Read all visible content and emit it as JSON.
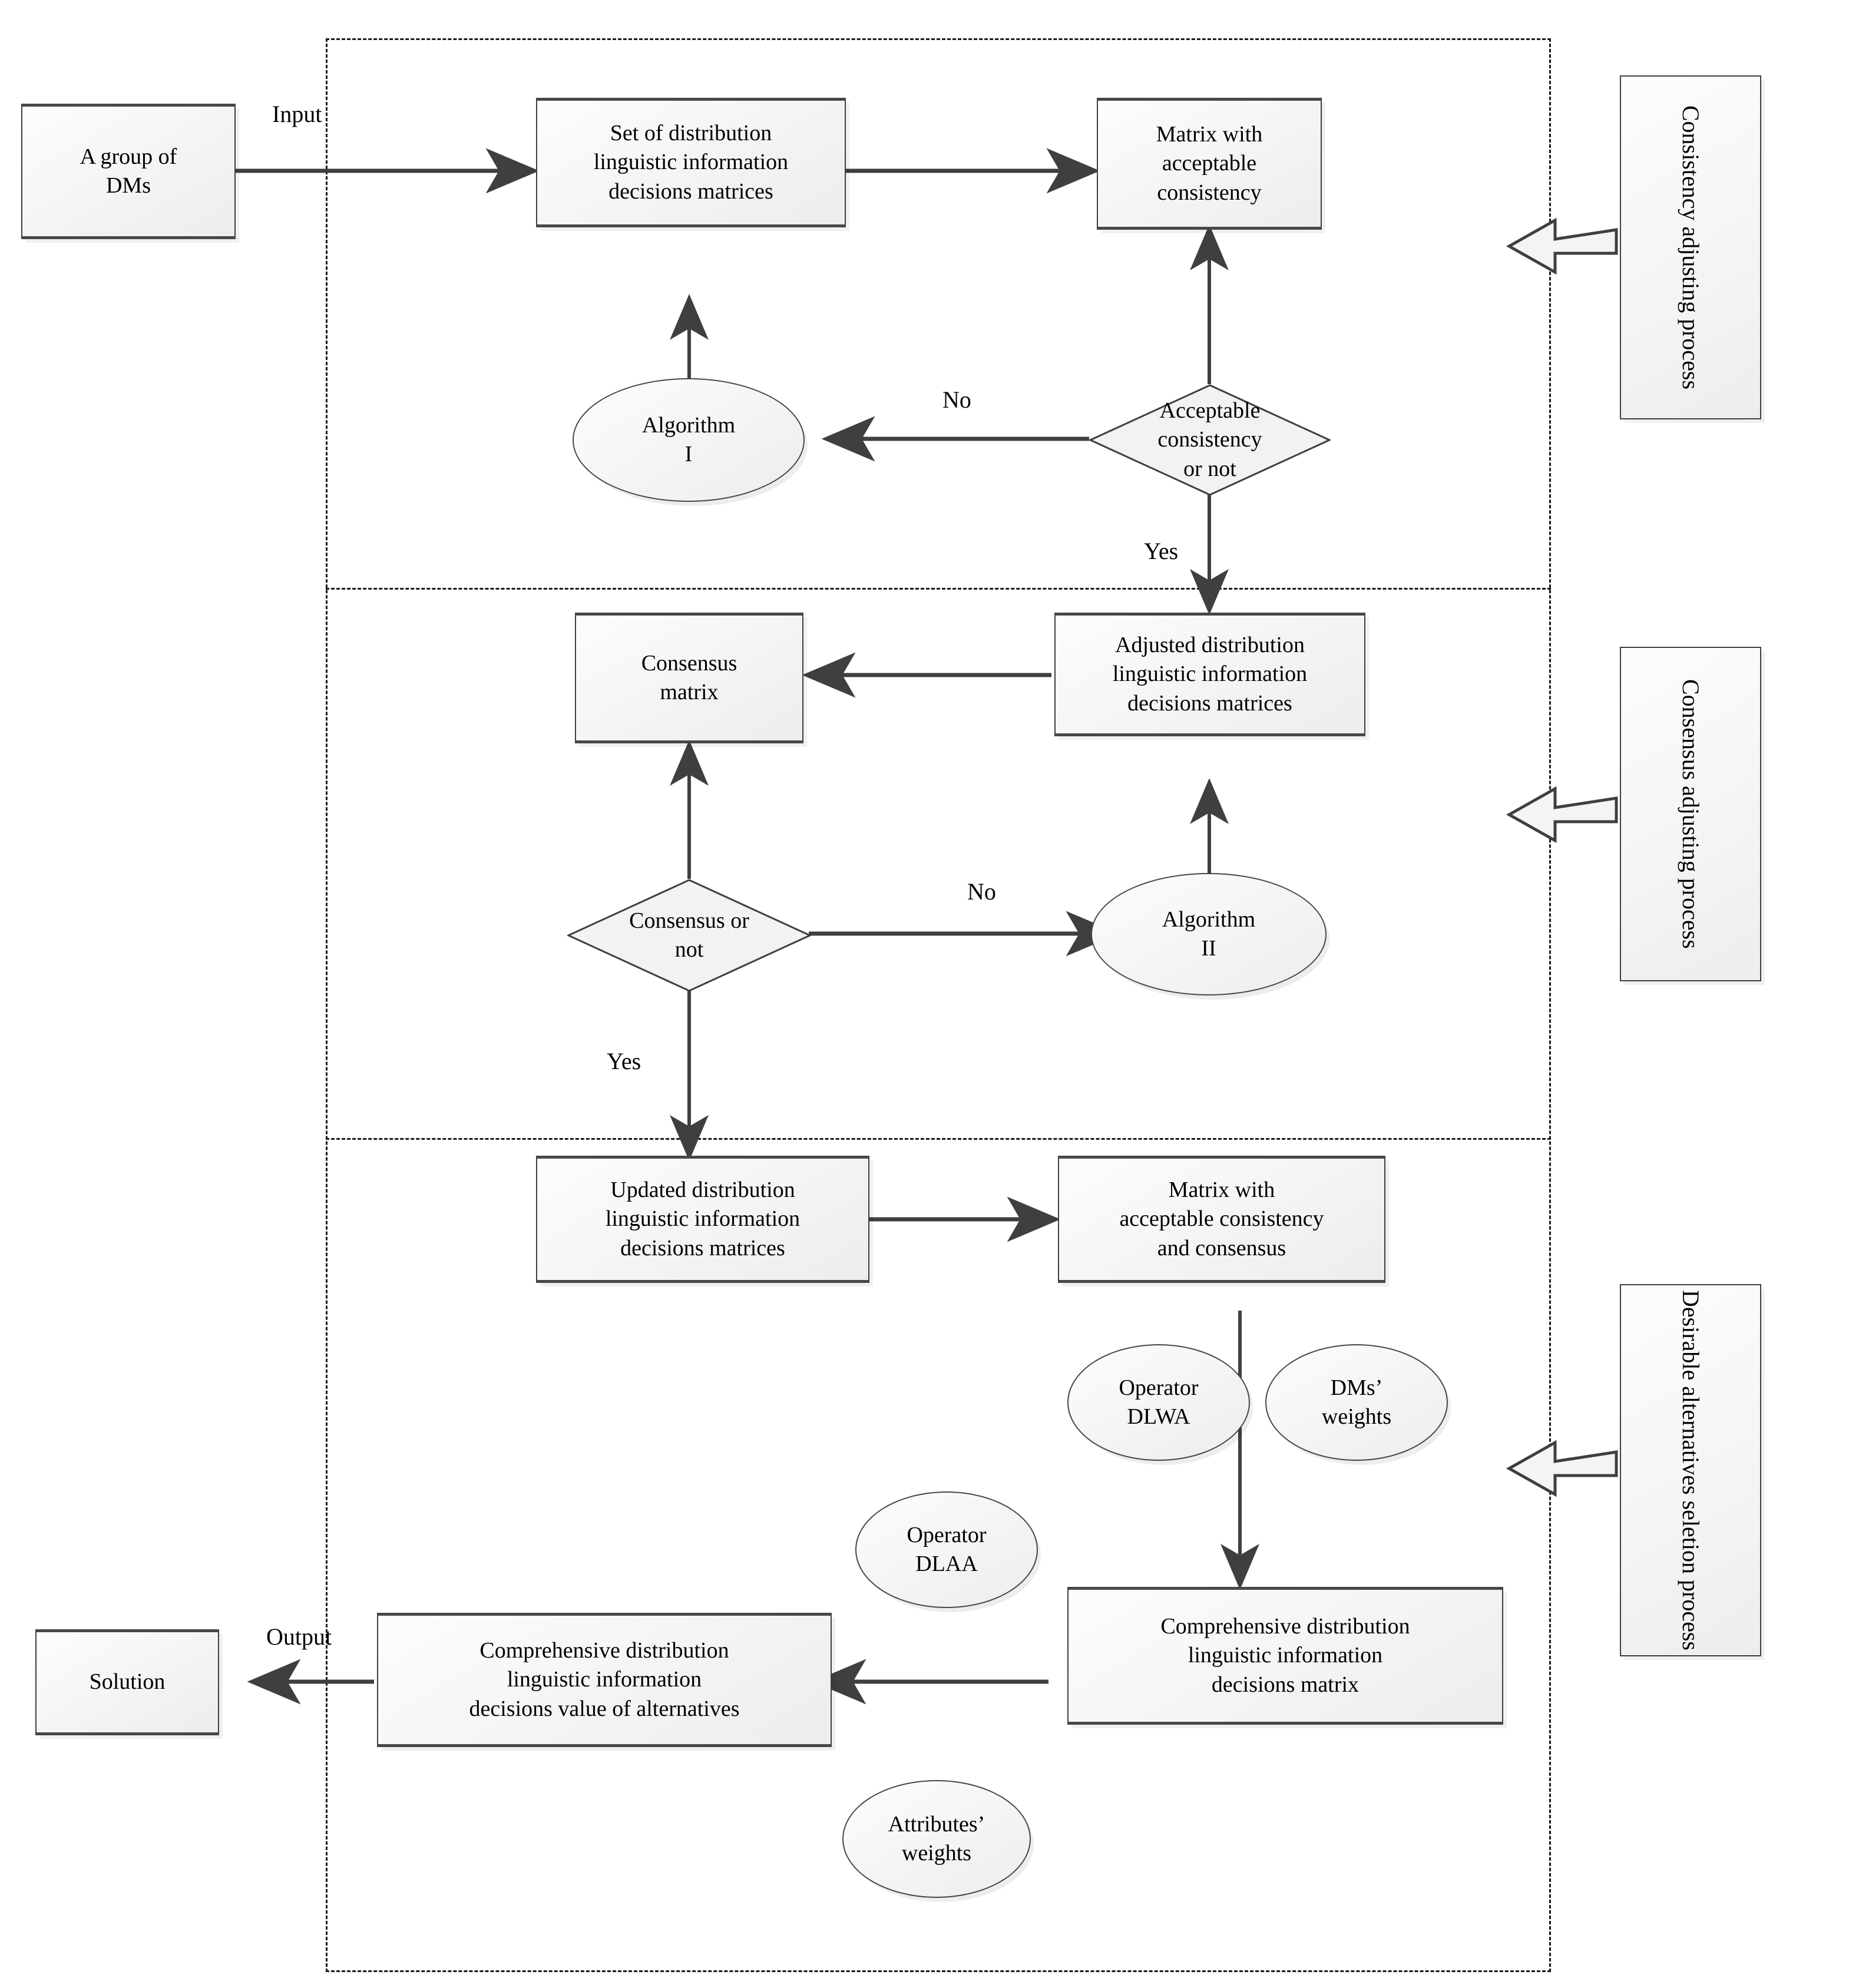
{
  "diagram": {
    "title": "Group decision making framework with consistency, consensus and alternative selection processes",
    "type": "flowchart",
    "edge_labels": {
      "input": "Input",
      "output": "Output",
      "no_1": "No",
      "yes_1": "Yes",
      "no_2": "No",
      "yes_2": "Yes"
    },
    "nodes": {
      "group_dms": "A group of\nDMs",
      "set_matrices": "Set of distribution\nlinguistic information\ndecisions matrices",
      "matrix_consistency": "Matrix with\nacceptable\nconsistency",
      "algorithm_1": "Algorithm\nI",
      "decision_consistency": "Acceptable\nconsistency\nor not",
      "adjusted_matrices": "Adjusted distribution\nlinguistic information\ndecisions matrices",
      "consensus_matrix": "Consensus\nmatrix",
      "decision_consensus": "Consensus or\nnot",
      "algorithm_2": "Algorithm\nII",
      "updated_matrices": "Updated distribution\nlinguistic information\ndecisions matrices",
      "matrix_cons_consensus": "Matrix with\nacceptable consistency\nand consensus",
      "operator_dlwa": "Operator\nDLWA",
      "dms_weights": "DMs’\nweights",
      "operator_dlaa": "Operator\nDLAA",
      "attributes_weights": "Attributes’\nweights",
      "comprehensive_matrix": "Comprehensive distribution\nlinguistic information\ndecisions matrix",
      "comprehensive_value": "Comprehensive distribution\nlinguistic information\ndecisions value of alternatives",
      "solution": "Solution"
    },
    "side_labels": {
      "consistency": "Consistency adjusting process",
      "consensus": "Consensus adjusting process",
      "selection": "Desirable alternatives seletion process"
    },
    "colors": {
      "stroke": "#3f3f3f",
      "stroke_dark": "#45484b",
      "fill": "#f2f2f2",
      "background": "#ffffff",
      "text": "#000000"
    }
  }
}
